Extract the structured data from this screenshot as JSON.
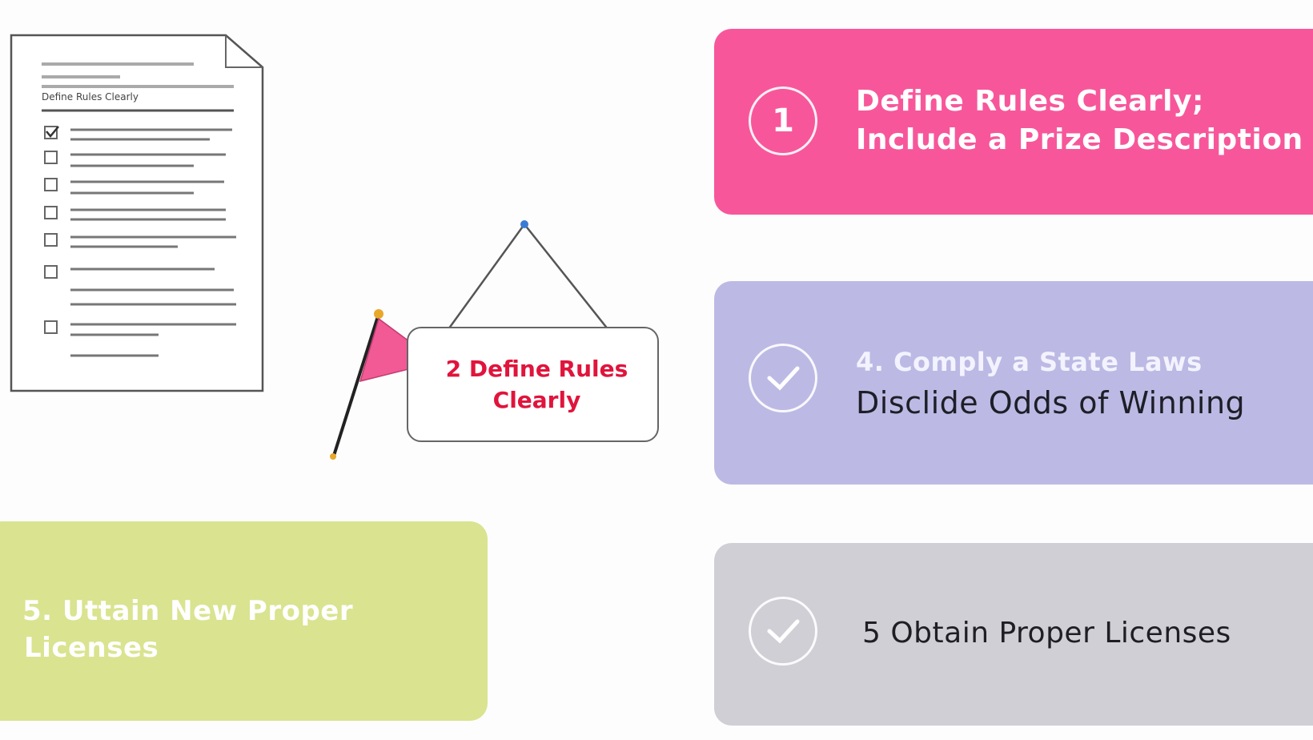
{
  "document_illustration": {
    "heading": "Define Rules Clearly"
  },
  "sign": {
    "text_line1": "2 Define Rules",
    "text_line2": "Clearly",
    "color": "#e0143c"
  },
  "cards": [
    {
      "badge": "1",
      "line1": "Define Rules Clearly;",
      "line2": "Include a Prize Description",
      "color": "#f7579a"
    },
    {
      "icon": "check-icon",
      "line1": "4. Comply a State Laws",
      "line2": "Disclide Odds of Winning",
      "color": "#bcbae4"
    },
    {
      "icon": "check-icon",
      "line1": "5 Obtain Proper Licenses",
      "color": "#d0cfd6"
    },
    {
      "line1": "5. Uttain New Proper",
      "line2": "Licenses",
      "color": "#dae38f"
    }
  ]
}
